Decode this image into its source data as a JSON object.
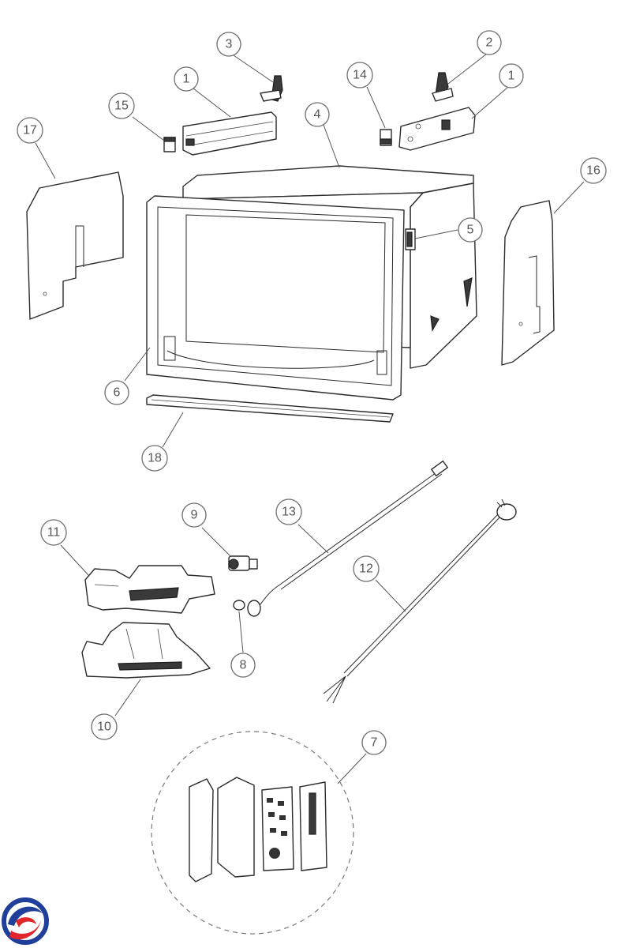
{
  "diagram": {
    "callouts": [
      {
        "id": "c1a",
        "label": "1"
      },
      {
        "id": "c1b",
        "label": "1"
      },
      {
        "id": "c2",
        "label": "2"
      },
      {
        "id": "c3",
        "label": "3"
      },
      {
        "id": "c4",
        "label": "4"
      },
      {
        "id": "c5",
        "label": "5"
      },
      {
        "id": "c6",
        "label": "6"
      },
      {
        "id": "c7",
        "label": "7"
      },
      {
        "id": "c8",
        "label": "8"
      },
      {
        "id": "c9",
        "label": "9"
      },
      {
        "id": "c10",
        "label": "10"
      },
      {
        "id": "c11",
        "label": "11"
      },
      {
        "id": "c12",
        "label": "12"
      },
      {
        "id": "c13",
        "label": "13"
      },
      {
        "id": "c14",
        "label": "14"
      },
      {
        "id": "c15",
        "label": "15"
      },
      {
        "id": "c16",
        "label": "16"
      },
      {
        "id": "c17",
        "label": "17"
      },
      {
        "id": "c18",
        "label": "18"
      }
    ],
    "brand_logo": {
      "colors": [
        "#e0262b",
        "#1f3f9a"
      ]
    }
  }
}
